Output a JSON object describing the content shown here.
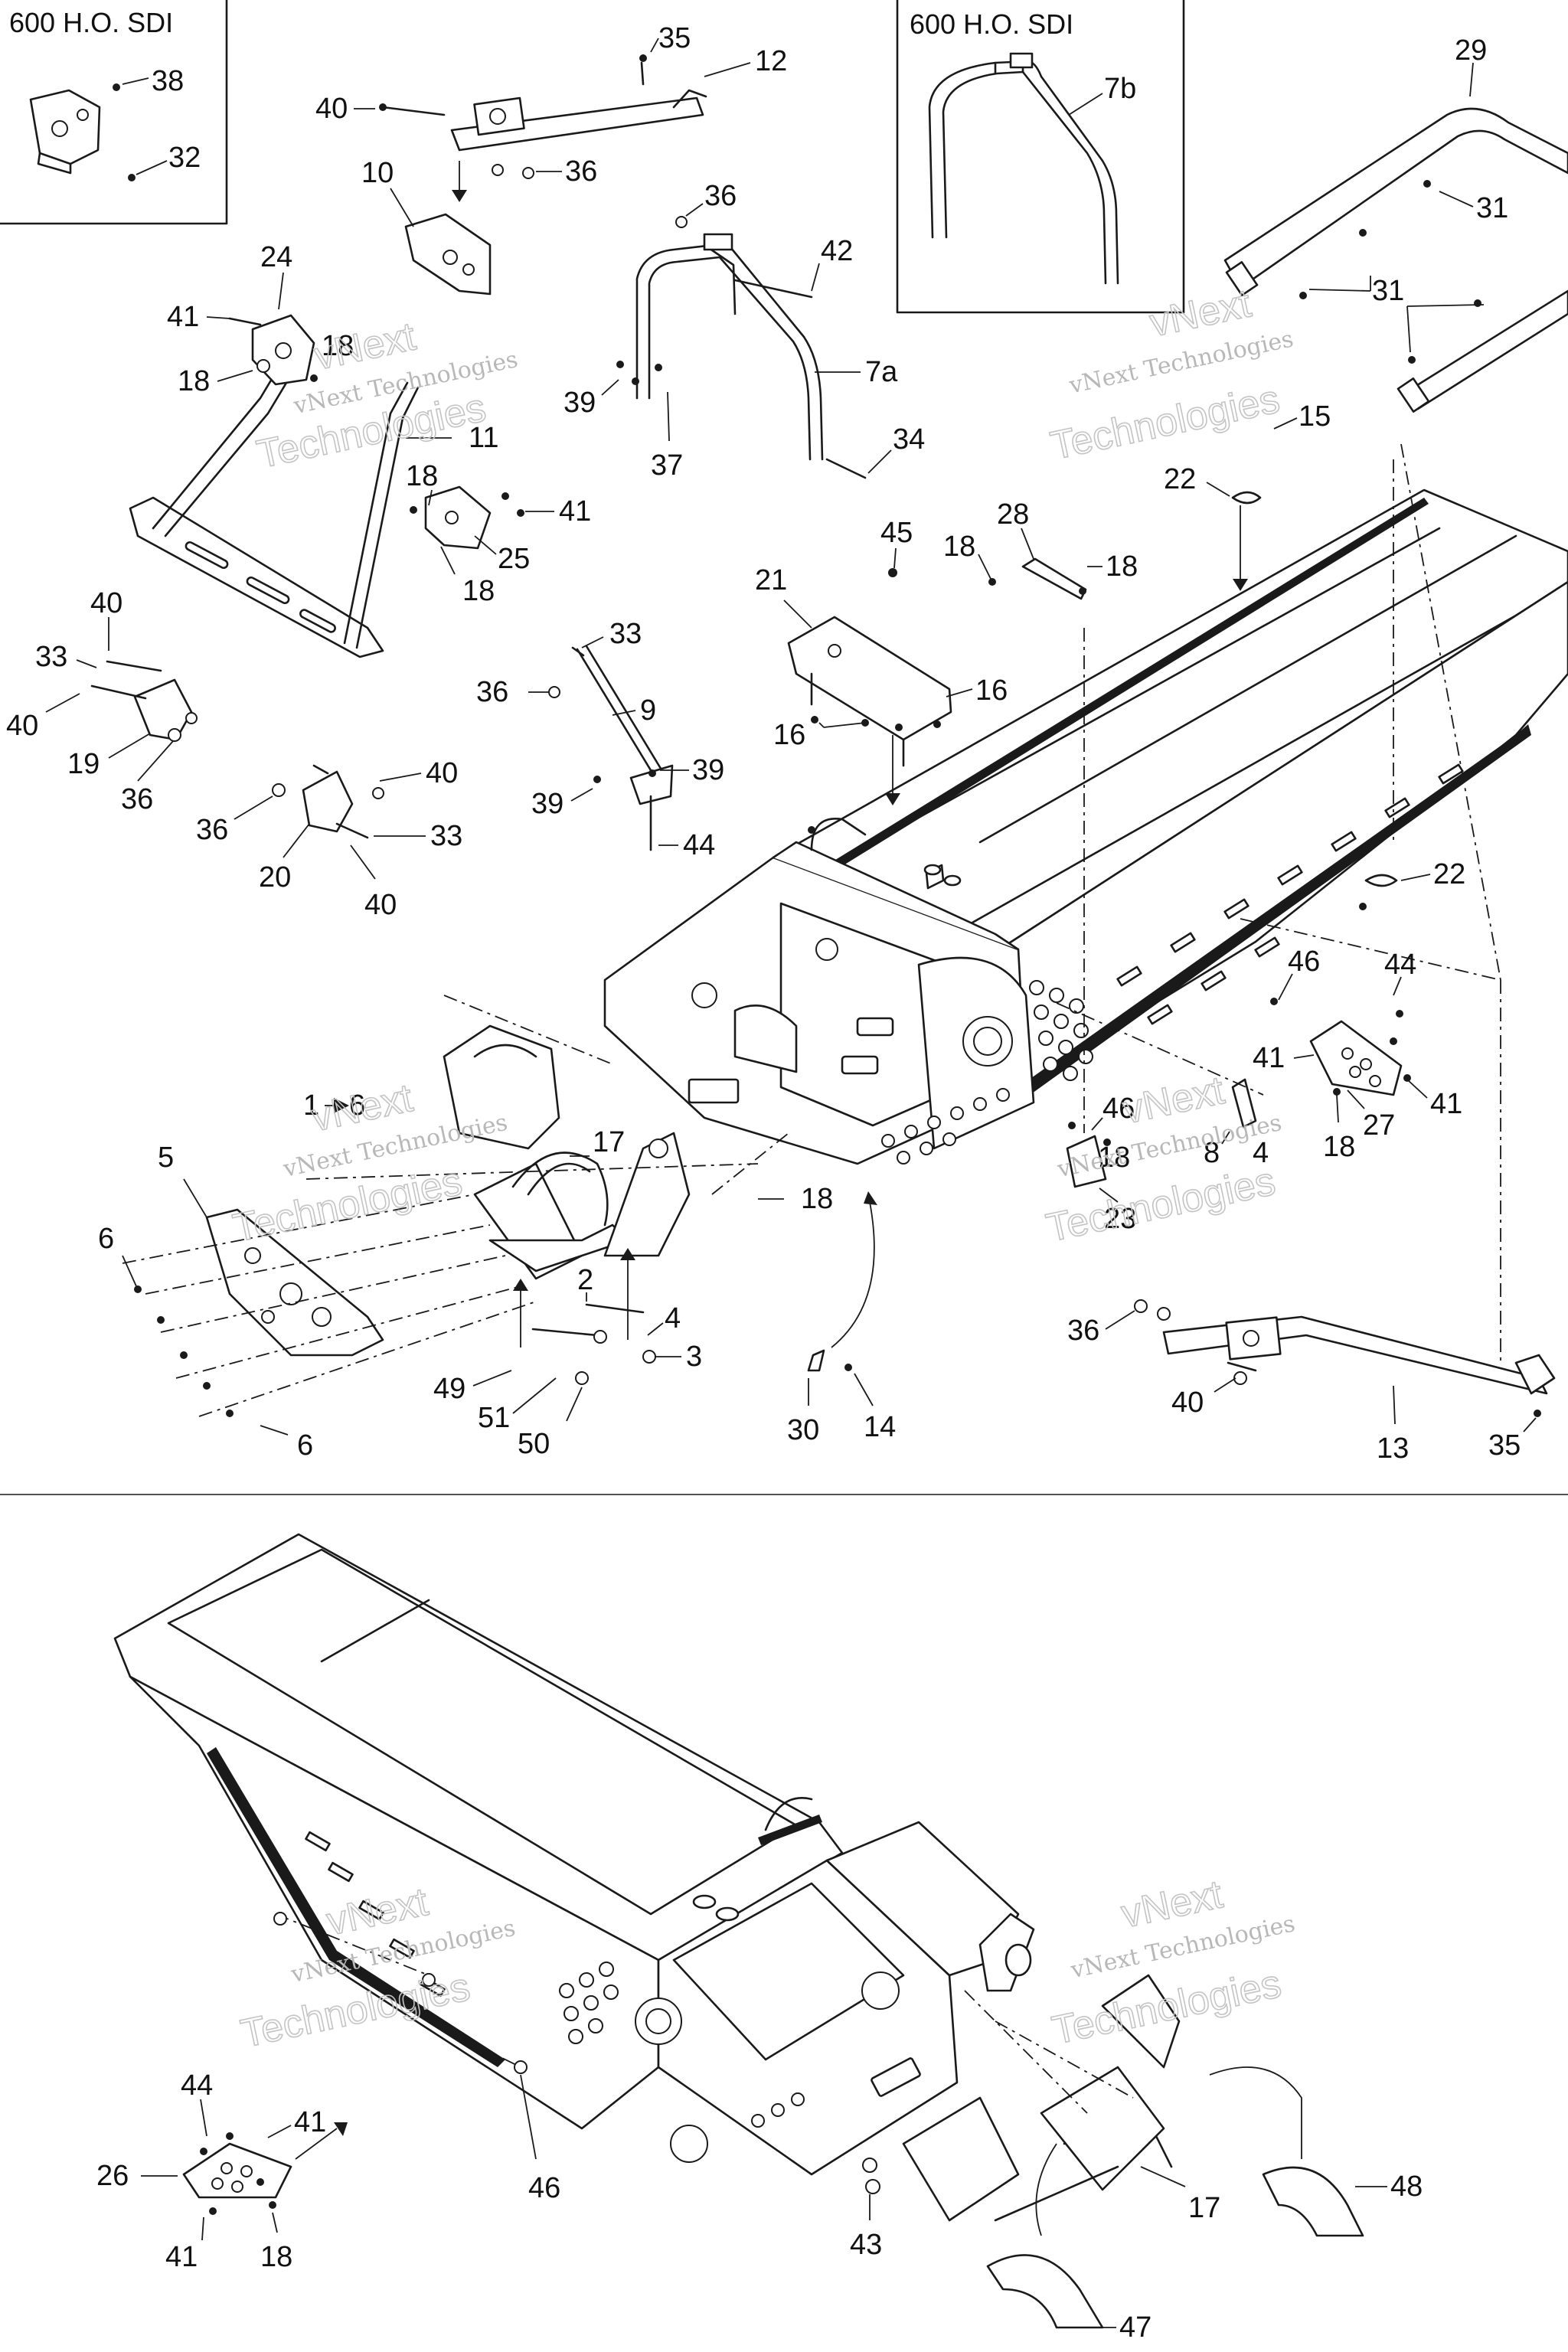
{
  "insets": [
    {
      "title": "600 H.O. SDI",
      "callouts": [
        "38",
        "32"
      ]
    },
    {
      "title": "600 H.O. SDI",
      "callouts": [
        "7b"
      ]
    }
  ],
  "watermark": {
    "line1": "vNext Technologies",
    "line2": "vNext",
    "line3": "Technologies"
  },
  "upper_view_callouts": [
    "35",
    "12",
    "40",
    "36",
    "10",
    "36",
    "42",
    "7a",
    "39",
    "37",
    "34",
    "29",
    "31",
    "31",
    "24",
    "41",
    "18",
    "18",
    "11",
    "18",
    "41",
    "25",
    "18",
    "15",
    "22",
    "45",
    "28",
    "18",
    "18",
    "21",
    "16",
    "16",
    "33",
    "36",
    "9",
    "39",
    "39",
    "44",
    "40",
    "33",
    "40",
    "19",
    "36",
    "40",
    "36",
    "20",
    "33",
    "40",
    "22",
    "46",
    "44",
    "41",
    "27",
    "41",
    "18",
    "1",
    "6",
    "17",
    "5",
    "6",
    "6",
    "18",
    "46",
    "18",
    "8",
    "4",
    "23",
    "2",
    "4",
    "3",
    "49",
    "51",
    "50",
    "30",
    "14",
    "36",
    "40",
    "13",
    "35"
  ],
  "lower_view_callouts": [
    "44",
    "41",
    "26",
    "41",
    "18",
    "46",
    "43",
    "17",
    "48",
    "47"
  ],
  "colors": {
    "line": "#1a1a1a",
    "watermark": "#b8b8b8",
    "background": "#ffffff"
  }
}
